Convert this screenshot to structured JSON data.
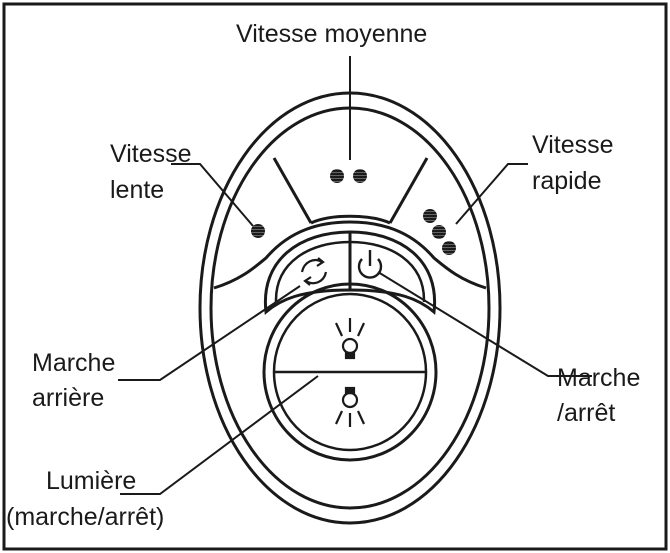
{
  "labels": {
    "medium_speed": "Vitesse moyenne",
    "slow_speed_line1": "Vitesse",
    "slow_speed_line2": "lente",
    "fast_speed_line1": "Vitesse",
    "fast_speed_line2": "rapide",
    "reverse_line1": "Marche",
    "reverse_line2": "arrière",
    "power_line1": "Marche",
    "power_line2": "/arrêt",
    "light_line1": "Lumière",
    "light_line2": "(marche/arrêt)"
  },
  "colors": {
    "ink": "#1a1a1a",
    "background": "#ffffff"
  },
  "icons": {
    "reverse": "rotate-arrows-icon",
    "power": "power-icon",
    "light_on": "light-bulb-on-icon",
    "light_off": "light-bulb-off-icon",
    "speed_indicator": "dot-icon"
  }
}
